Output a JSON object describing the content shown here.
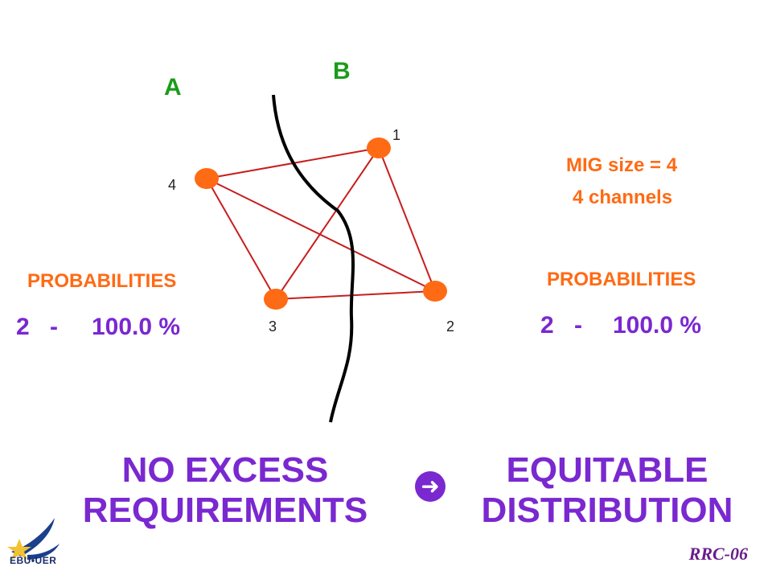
{
  "colors": {
    "node": "#ff6a14",
    "edge": "#c81e1e",
    "boundary": "#000000",
    "region_label": "#1a9c1a",
    "orange_text": "#ff6a14",
    "purple_text": "#7a28d0",
    "bullet": "#7a28d0",
    "logo_star": "#f2c230",
    "logo_swoosh": "#1a3f8c"
  },
  "regions": {
    "a": "A",
    "b": "B"
  },
  "nodes": [
    {
      "id": "1",
      "label": "1"
    },
    {
      "id": "2",
      "label": "2"
    },
    {
      "id": "3",
      "label": "3"
    },
    {
      "id": "4",
      "label": "4"
    }
  ],
  "edges": [
    [
      "4",
      "1"
    ],
    [
      "1",
      "2"
    ],
    [
      "2",
      "3"
    ],
    [
      "3",
      "4"
    ],
    [
      "4",
      "2"
    ],
    [
      "1",
      "3"
    ]
  ],
  "mig": {
    "size_text": "MIG size = 4",
    "channels_text": "4 channels"
  },
  "left_prob": {
    "heading": "PROBABILITIES",
    "number": "2",
    "dash": "-",
    "percent": "100.0 %"
  },
  "right_prob": {
    "heading": "PROBABILITIES",
    "number": "2",
    "dash": "-",
    "percent": "100.0 %"
  },
  "conclusion": {
    "left_line1": "NO EXCESS",
    "left_line2": "REQUIREMENTS",
    "bullet_icon": "arrow-bullet-icon",
    "right_line1": "EQUITABLE",
    "right_line2": "DISTRIBUTION"
  },
  "footer": {
    "logo_text": "EBU•UER",
    "tag": "RRC-06"
  }
}
